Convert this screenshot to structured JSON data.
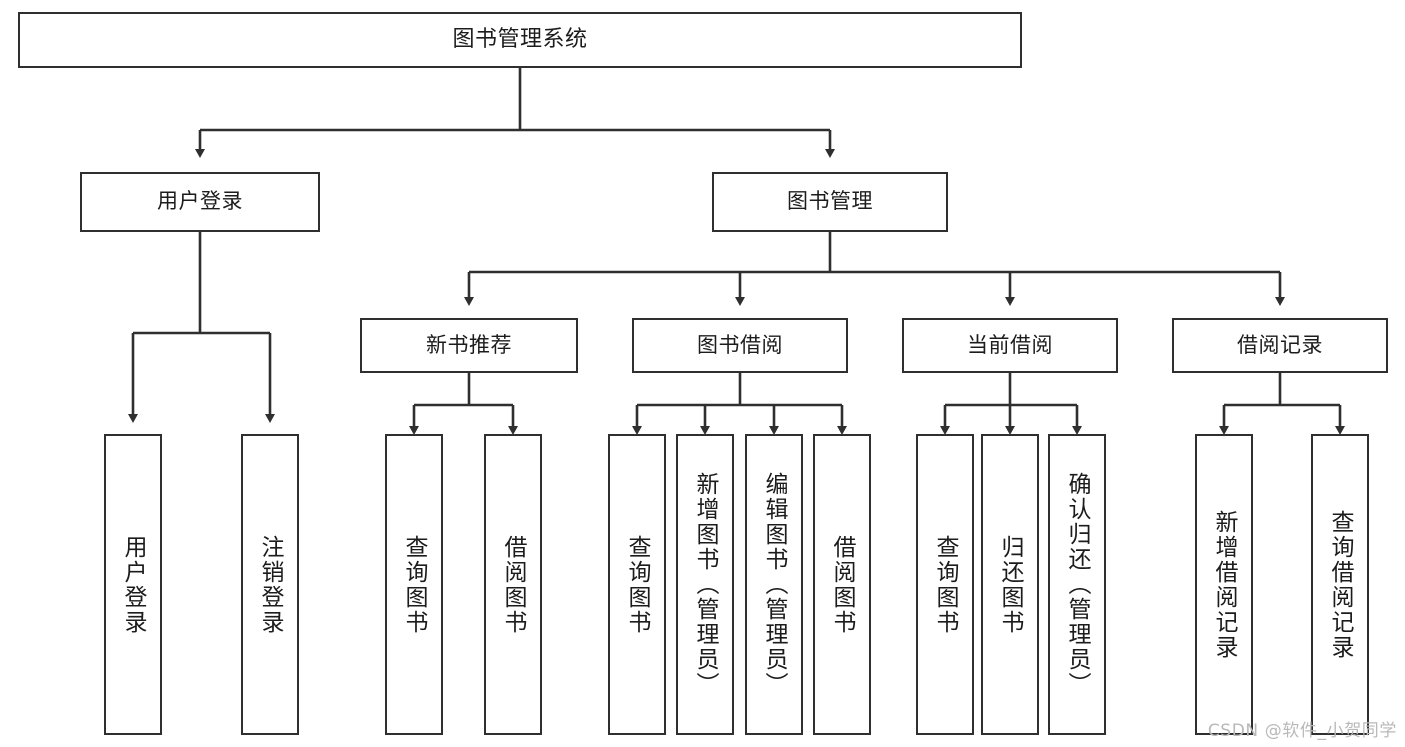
{
  "diagram": {
    "title": "图书管理系统",
    "type": "tree",
    "colors": {
      "stroke": "#2f2f2f",
      "fill": "#ffffff",
      "text": "#1c1c1c",
      "watermark": "#b9b9b9",
      "background": "#ffffff"
    },
    "nodes": {
      "root": {
        "label": "图书管理系统",
        "orientation": "horizontal"
      },
      "level2": [
        {
          "id": "user-login",
          "label": "用户登录",
          "orientation": "horizontal"
        },
        {
          "id": "book-management",
          "label": "图书管理",
          "orientation": "horizontal"
        }
      ],
      "level3": [
        {
          "id": "new-book-recommend",
          "label": "新书推荐",
          "orientation": "horizontal"
        },
        {
          "id": "book-borrow",
          "label": "图书借阅",
          "orientation": "horizontal"
        },
        {
          "id": "current-borrow",
          "label": "当前借阅",
          "orientation": "horizontal"
        },
        {
          "id": "borrow-record",
          "label": "借阅记录",
          "orientation": "horizontal"
        }
      ],
      "leaves": [
        {
          "id": "leaf-user-login",
          "label": "用户登录",
          "parent": "user-login",
          "orientation": "vertical"
        },
        {
          "id": "leaf-logout-login",
          "label": "注销登录",
          "parent": "user-login",
          "orientation": "vertical"
        },
        {
          "id": "leaf-query-book-rec",
          "label": "查询图书",
          "parent": "new-book-recommend",
          "orientation": "vertical"
        },
        {
          "id": "leaf-borrow-book-rec",
          "label": "借阅图书",
          "parent": "new-book-recommend",
          "orientation": "vertical"
        },
        {
          "id": "leaf-query-book-borrow",
          "label": "查询图书",
          "parent": "book-borrow",
          "orientation": "vertical"
        },
        {
          "id": "leaf-add-book-admin",
          "label": "新增图书（管理员）",
          "parent": "book-borrow",
          "orientation": "vertical"
        },
        {
          "id": "leaf-edit-book-admin",
          "label": "编辑图书（管理员）",
          "parent": "book-borrow",
          "orientation": "vertical"
        },
        {
          "id": "leaf-borrow-book",
          "label": "借阅图书",
          "parent": "book-borrow",
          "orientation": "vertical"
        },
        {
          "id": "leaf-query-book-current",
          "label": "查询图书",
          "parent": "current-borrow",
          "orientation": "vertical"
        },
        {
          "id": "leaf-return-book",
          "label": "归还图书",
          "parent": "current-borrow",
          "orientation": "vertical"
        },
        {
          "id": "leaf-confirm-return-admin",
          "label": "确认归还（管理员）",
          "parent": "current-borrow",
          "orientation": "vertical"
        },
        {
          "id": "leaf-add-borrow-record",
          "label": "新增借阅记录",
          "parent": "borrow-record",
          "orientation": "vertical"
        },
        {
          "id": "leaf-query-borrow-record",
          "label": "查询借阅记录",
          "parent": "borrow-record",
          "orientation": "vertical"
        }
      ]
    },
    "watermark": "CSDN @软件_小贺同学"
  }
}
